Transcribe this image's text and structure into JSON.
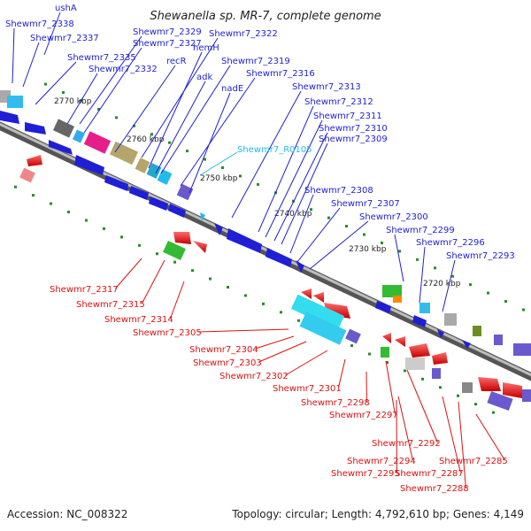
{
  "title": "Shewanella sp. MR-7, complete genome",
  "footer": {
    "accession": "Accession: NC_008322",
    "topology": "Topology: circular; Length: 4,792,610 bp; Genes: 4,149"
  },
  "colors": {
    "forward": "#1f1fd6",
    "reverse": "#dd1111",
    "rna": "#22b8c8",
    "backbone": "#777777"
  },
  "ticks": [
    "2770 kbp",
    "2760 kbp",
    "2750 kbp",
    "2740 kbp",
    "2730 kbp",
    "2720 kbp"
  ],
  "forward_labels": [
    "ushA",
    "Shewmr7_2338",
    "Shewmr7_2337",
    "Shewmr7_2329",
    "Shewmr7_2327",
    "Shewmr7_2322",
    "Shewmr7_2335",
    "Shewmr7_2332",
    "recR",
    "hemH",
    "Shewmr7_2319",
    "adk",
    "Shewmr7_2316",
    "nadE",
    "Shewmr7_2313",
    "Shewmr7_2312",
    "Shewmr7_2311",
    "Shewmr7_2310",
    "Shewmr7_2309",
    "Shewmr7_2308",
    "Shewmr7_2307",
    "Shewmr7_2300",
    "Shewmr7_2299",
    "Shewmr7_2296",
    "Shewmr7_2293"
  ],
  "rna_labels": [
    "Shewmr7_R0105"
  ],
  "reverse_labels": [
    "Shewmr7_2317",
    "Shewmr7_2315",
    "Shewmr7_2314",
    "Shewmr7_2305",
    "Shewmr7_2304",
    "Shewmr7_2303",
    "Shewmr7_2302",
    "Shewmr7_2301",
    "Shewmr7_2298",
    "Shewmr7_2297",
    "Shewmr7_2292",
    "Shewmr7_2294",
    "Shewmr7_2295",
    "Shewmr7_2287",
    "Shewmr7_2288",
    "Shewmr7_2285"
  ]
}
